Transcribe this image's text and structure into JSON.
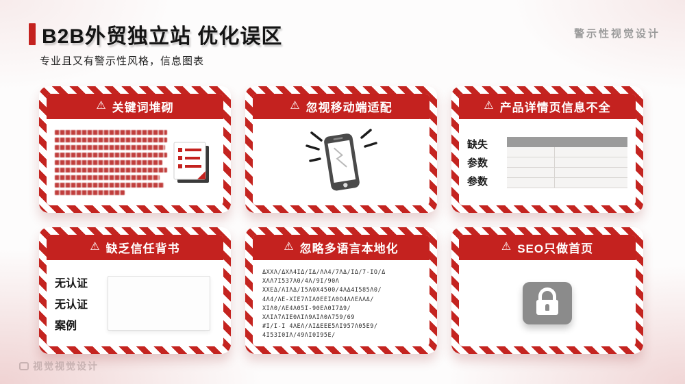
{
  "page": {
    "title": "B2B外贸独立站 优化误区",
    "top_right_label": "警示性视觉设计",
    "subtitle": "专业且又有警示性风格，信息图表",
    "watermark": "视觉视觉设计"
  },
  "icons": {
    "warning": "⚠"
  },
  "colors": {
    "accent_red": "#c4221f",
    "stripe_red": "#c42420",
    "header_red": "#c4221f",
    "gray_label": "#9b9b9b"
  },
  "cards": [
    {
      "id": "keyword-stuffing",
      "title": "关键词堆砌"
    },
    {
      "id": "mobile-adaptation",
      "title": "忽视移动端适配"
    },
    {
      "id": "product-detail-incomplete",
      "title": "产品详情页信息不全",
      "labels": [
        "缺失",
        "参数",
        "参数"
      ]
    },
    {
      "id": "trust-endorsement",
      "title": "缺乏信任背书",
      "labels": [
        "无认证",
        "无认证",
        "案例"
      ]
    },
    {
      "id": "multilingual-localization",
      "title": "忽略多语言本地化",
      "glyph_lines": [
        "ΔXXΛ/ΔXΛ4ΙΔ/ΙΔ/ΛΛ4/7ΛΔ/ΙΔ/7-ΙΟ/Δ",
        "ΧΛΛ7Ι537Λ0/4Λ/9Ι/90Λ",
        "ΧΧΕΔ/ΛΙΛΔ/Ι5Λ0Χ4500/4ΛΔ4Ι585Λ0/",
        "4Λ4/ΛΕ-ΧΙΕ7ΛΙΛ0ΕΕΙΛ0Ο4ΛΛΕΛΛΔ/",
        "ΧΙΛ0/ΛΕ4Λ05Ι-90ΕΛ0Ι7Δ9/",
        "ΧΛΙΛ7ΛΙΕ0ΛΙΛ9ΛΙΛ0Λ759/69",
        "#Ι/Ι-Ι 4ΛΕΛ/ΛΙΔΕΕΕ5ΛΙ957Λ05Ε9/",
        "4Ι53Ι0ΙΛ/49ΛΙ0Ι95Ε/"
      ]
    },
    {
      "id": "seo-homepage-only",
      "title": "SEO只做首页"
    }
  ]
}
